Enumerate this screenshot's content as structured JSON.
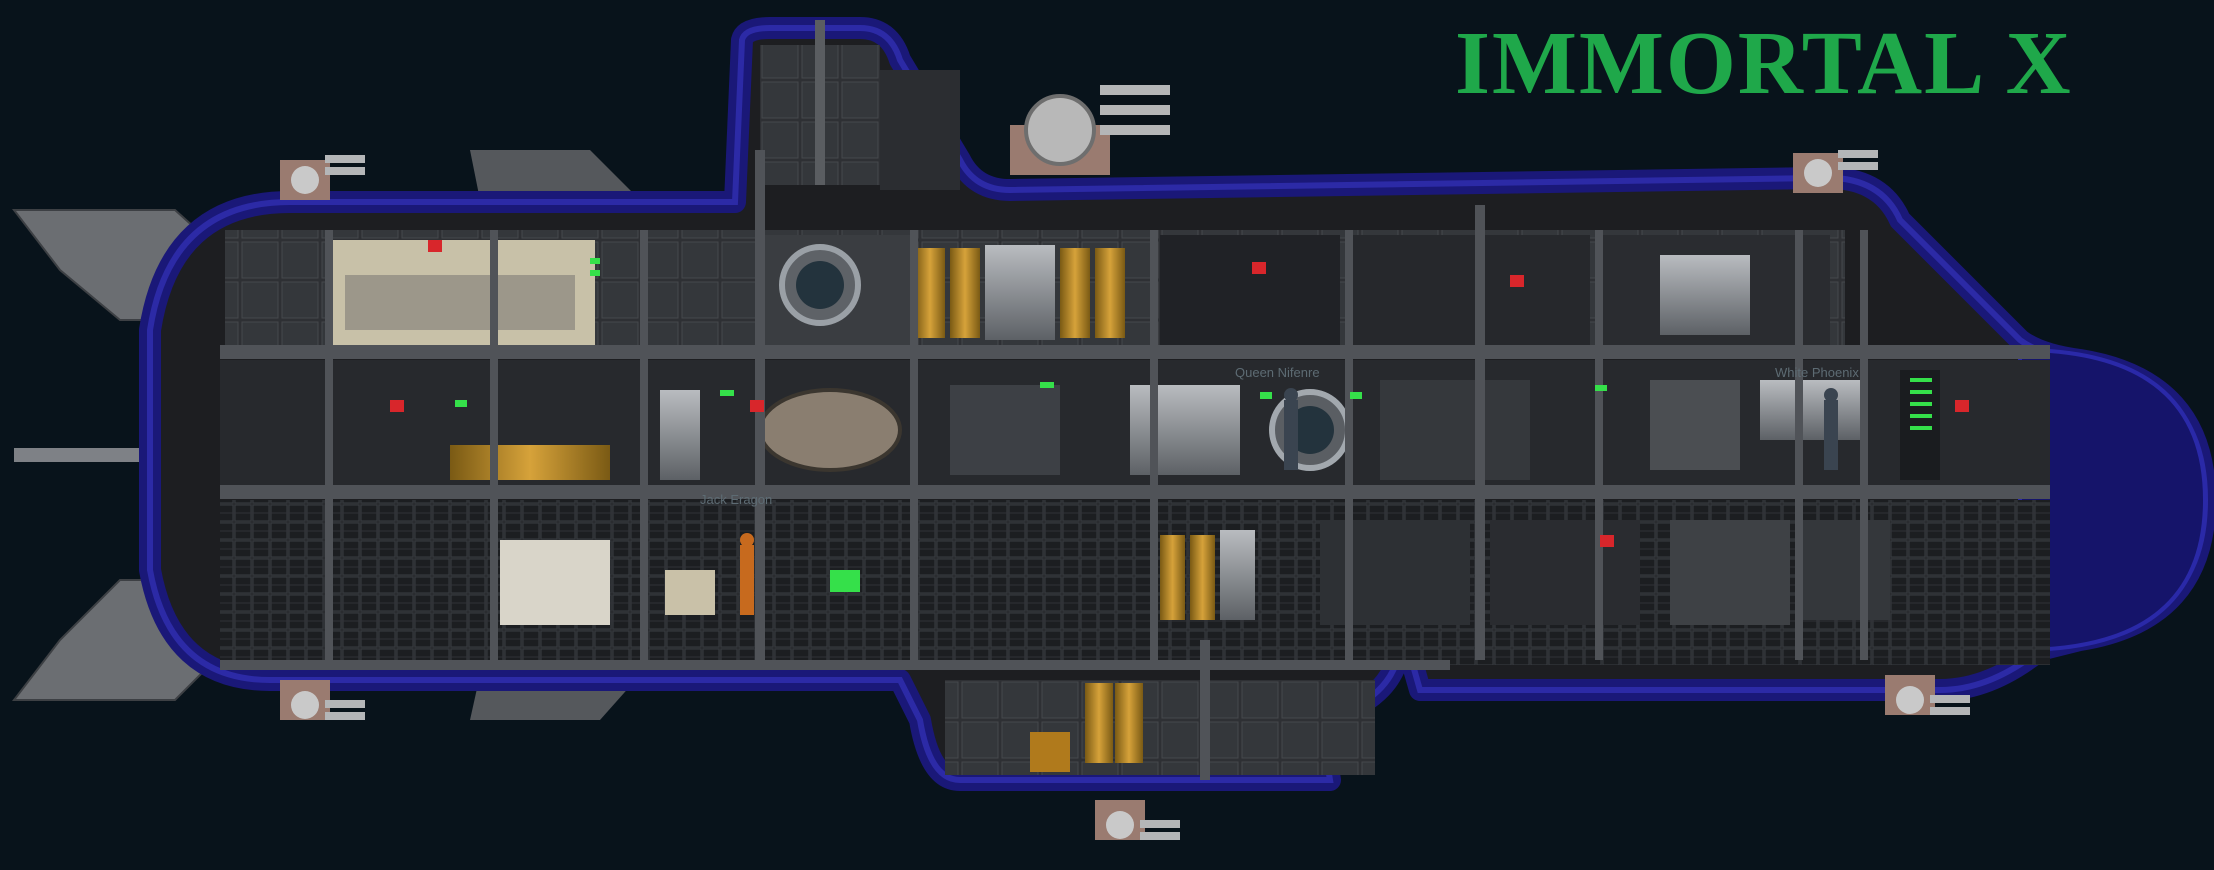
{
  "ship": {
    "name": "IMMORTAL X"
  },
  "crew": [
    {
      "name": "Queen Nifenre"
    },
    {
      "name": "White Phoenix"
    },
    {
      "name": "Jack Eragon"
    }
  ],
  "colors": {
    "background": "#08131b",
    "hull_outline": "#1a1878",
    "hull_fill": "#2b2c2f",
    "title": "#1fa84a",
    "console_green": "#35e04a",
    "warning_red": "#d8262b",
    "door_orange": "#c98a1d"
  },
  "icons": [
    "weapon-turret-icon",
    "engine-icon",
    "door-icon",
    "console-icon",
    "crew-member-icon"
  ]
}
